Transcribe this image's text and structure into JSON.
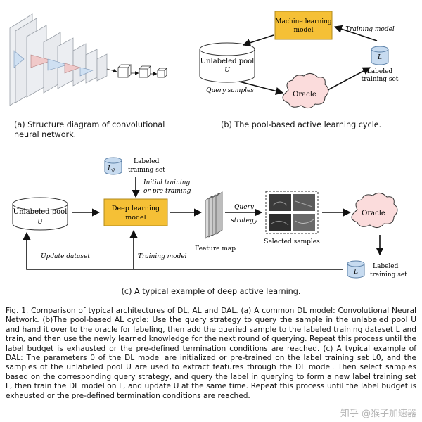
{
  "panel_a": {
    "caption": "(a) Structure diagram of convolutional neural network."
  },
  "panel_b": {
    "caption": "(b) The pool-based active learning cycle.",
    "ml_model": [
      "Machine learning",
      "model"
    ],
    "training_model": "Training model",
    "unlabeled_pool": [
      "Unlabeled pool",
      "U"
    ],
    "labeled_symbol": "L",
    "labeled_set": [
      "Labeled",
      "training set"
    ],
    "query_samples": "Query samples",
    "oracle": "Oracle"
  },
  "panel_c": {
    "caption": "(c) A typical example of deep active learning.",
    "l0_symbol": "L0",
    "labeled_set_top": [
      "Labeled",
      "training set"
    ],
    "initial_training": [
      "Initial training",
      "or pre-training"
    ],
    "unlabeled_pool": [
      "Unlabeled pool",
      "U"
    ],
    "dl_model": [
      "Deep learning",
      "model"
    ],
    "feature_map": "Feature map",
    "query_strategy": [
      "Query",
      "strategy"
    ],
    "selected_samples": "Selected samples",
    "oracle": "Oracle",
    "update_dataset": "Update dataset",
    "training_model": "Training model",
    "labeled_symbol": "L",
    "labeled_set_bottom": [
      "Labeled",
      "training set"
    ]
  },
  "caption": "Fig. 1.  Comparison of typical architectures of DL, AL and DAL. (a) A common DL model: Convolutional Neural Network. (b)The pool-based AL cycle: Use the query strategy to query the sample in the unlabeled pool U and hand it over to the oracle for labeling, then add the queried sample to the labeled training dataset L and train, and then use the newly learned knowledge for the next round of querying. Repeat this process until the label budget is exhausted or the pre-defined termination conditions are reached. (c) A typical example of DAL: The parameters θ of the DL model are initialized or pre-trained on the label training set L0, and the samples of the unlabeled pool U are used to extract features through the DL model. Then select samples based on the corresponding query strategy, and query the label in querying to form a new label training set L, then train the DL model on L, and update U at the same time. Repeat this process until the label budget is exhausted or the pre-defined termination conditions are reached.",
  "watermark": "知乎 @猴子加速器",
  "colors": {
    "model_fill": "#f5c036",
    "model_stroke": "#b08a1c",
    "oracle_fill": "#fbdcdc",
    "db_fill": "#c7dbf0",
    "db_stroke": "#5a7fa6"
  }
}
